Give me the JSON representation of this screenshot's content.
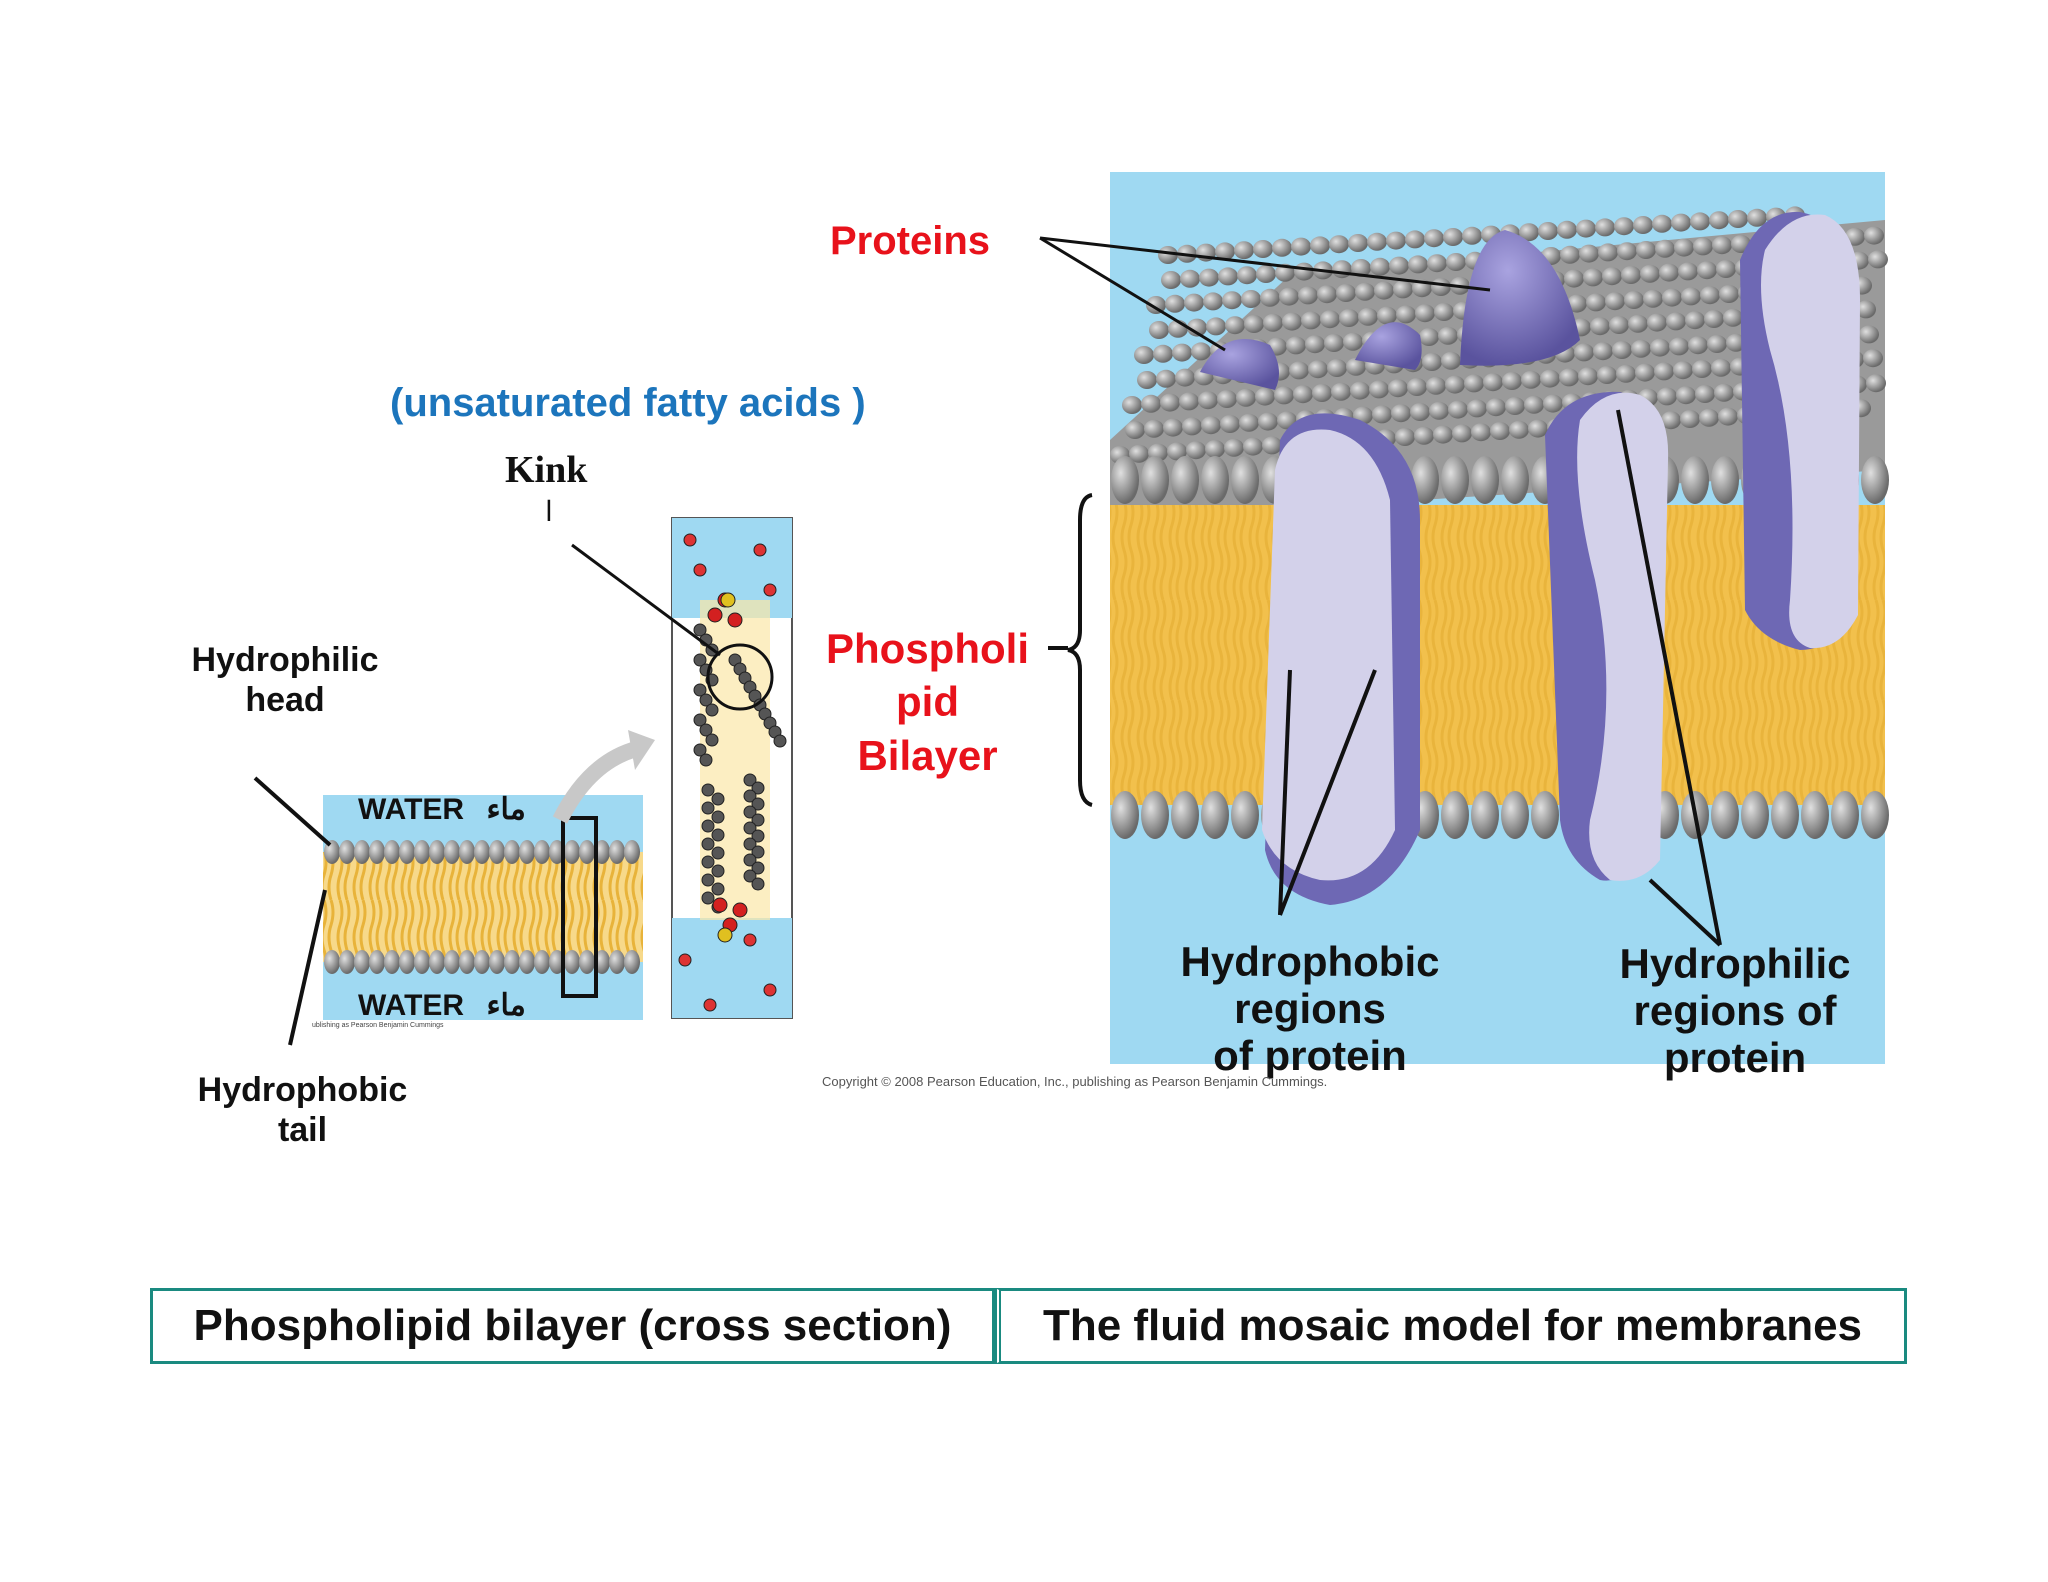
{
  "labels": {
    "unsaturated": "(unsaturated fatty acids )",
    "kink": "Kink",
    "kink_arabic": "ا",
    "hydrophilic_head": [
      "Hydrophilic",
      "head"
    ],
    "hydrophobic_tail": [
      "Hydrophobic",
      "tail"
    ],
    "water_top": "WATER",
    "water_bottom": "WATER",
    "water_arabic": "ماء",
    "publisher_small": "ublishing as Pearson Benjamin Cummings",
    "proteins": "Proteins",
    "phospholipid_bilayer": [
      "Phospholi",
      "pid",
      "Bilayer"
    ],
    "hydrophobic_regions": [
      "Hydrophobic",
      "regions",
      "of protein"
    ],
    "hydrophilic_regions": [
      "Hydrophilic",
      "regions of",
      "protein"
    ],
    "copyright": "Copyright © 2008 Pearson Education, Inc., publishing as Pearson Benjamin Cummings."
  },
  "captions": {
    "left": "Phospholipid bilayer (cross section)",
    "right": "The fluid mosaic model for membranes"
  },
  "colors": {
    "water": "#9fd9f2",
    "lipid_tail": "#f2c04c",
    "lipid_head": "#8e8e8e",
    "protein": "#7b74c0",
    "protein_light": "#cfcde8",
    "label_red": "#e8121b",
    "label_blue": "#1c75bc",
    "caption_border": "#1a8a80"
  }
}
